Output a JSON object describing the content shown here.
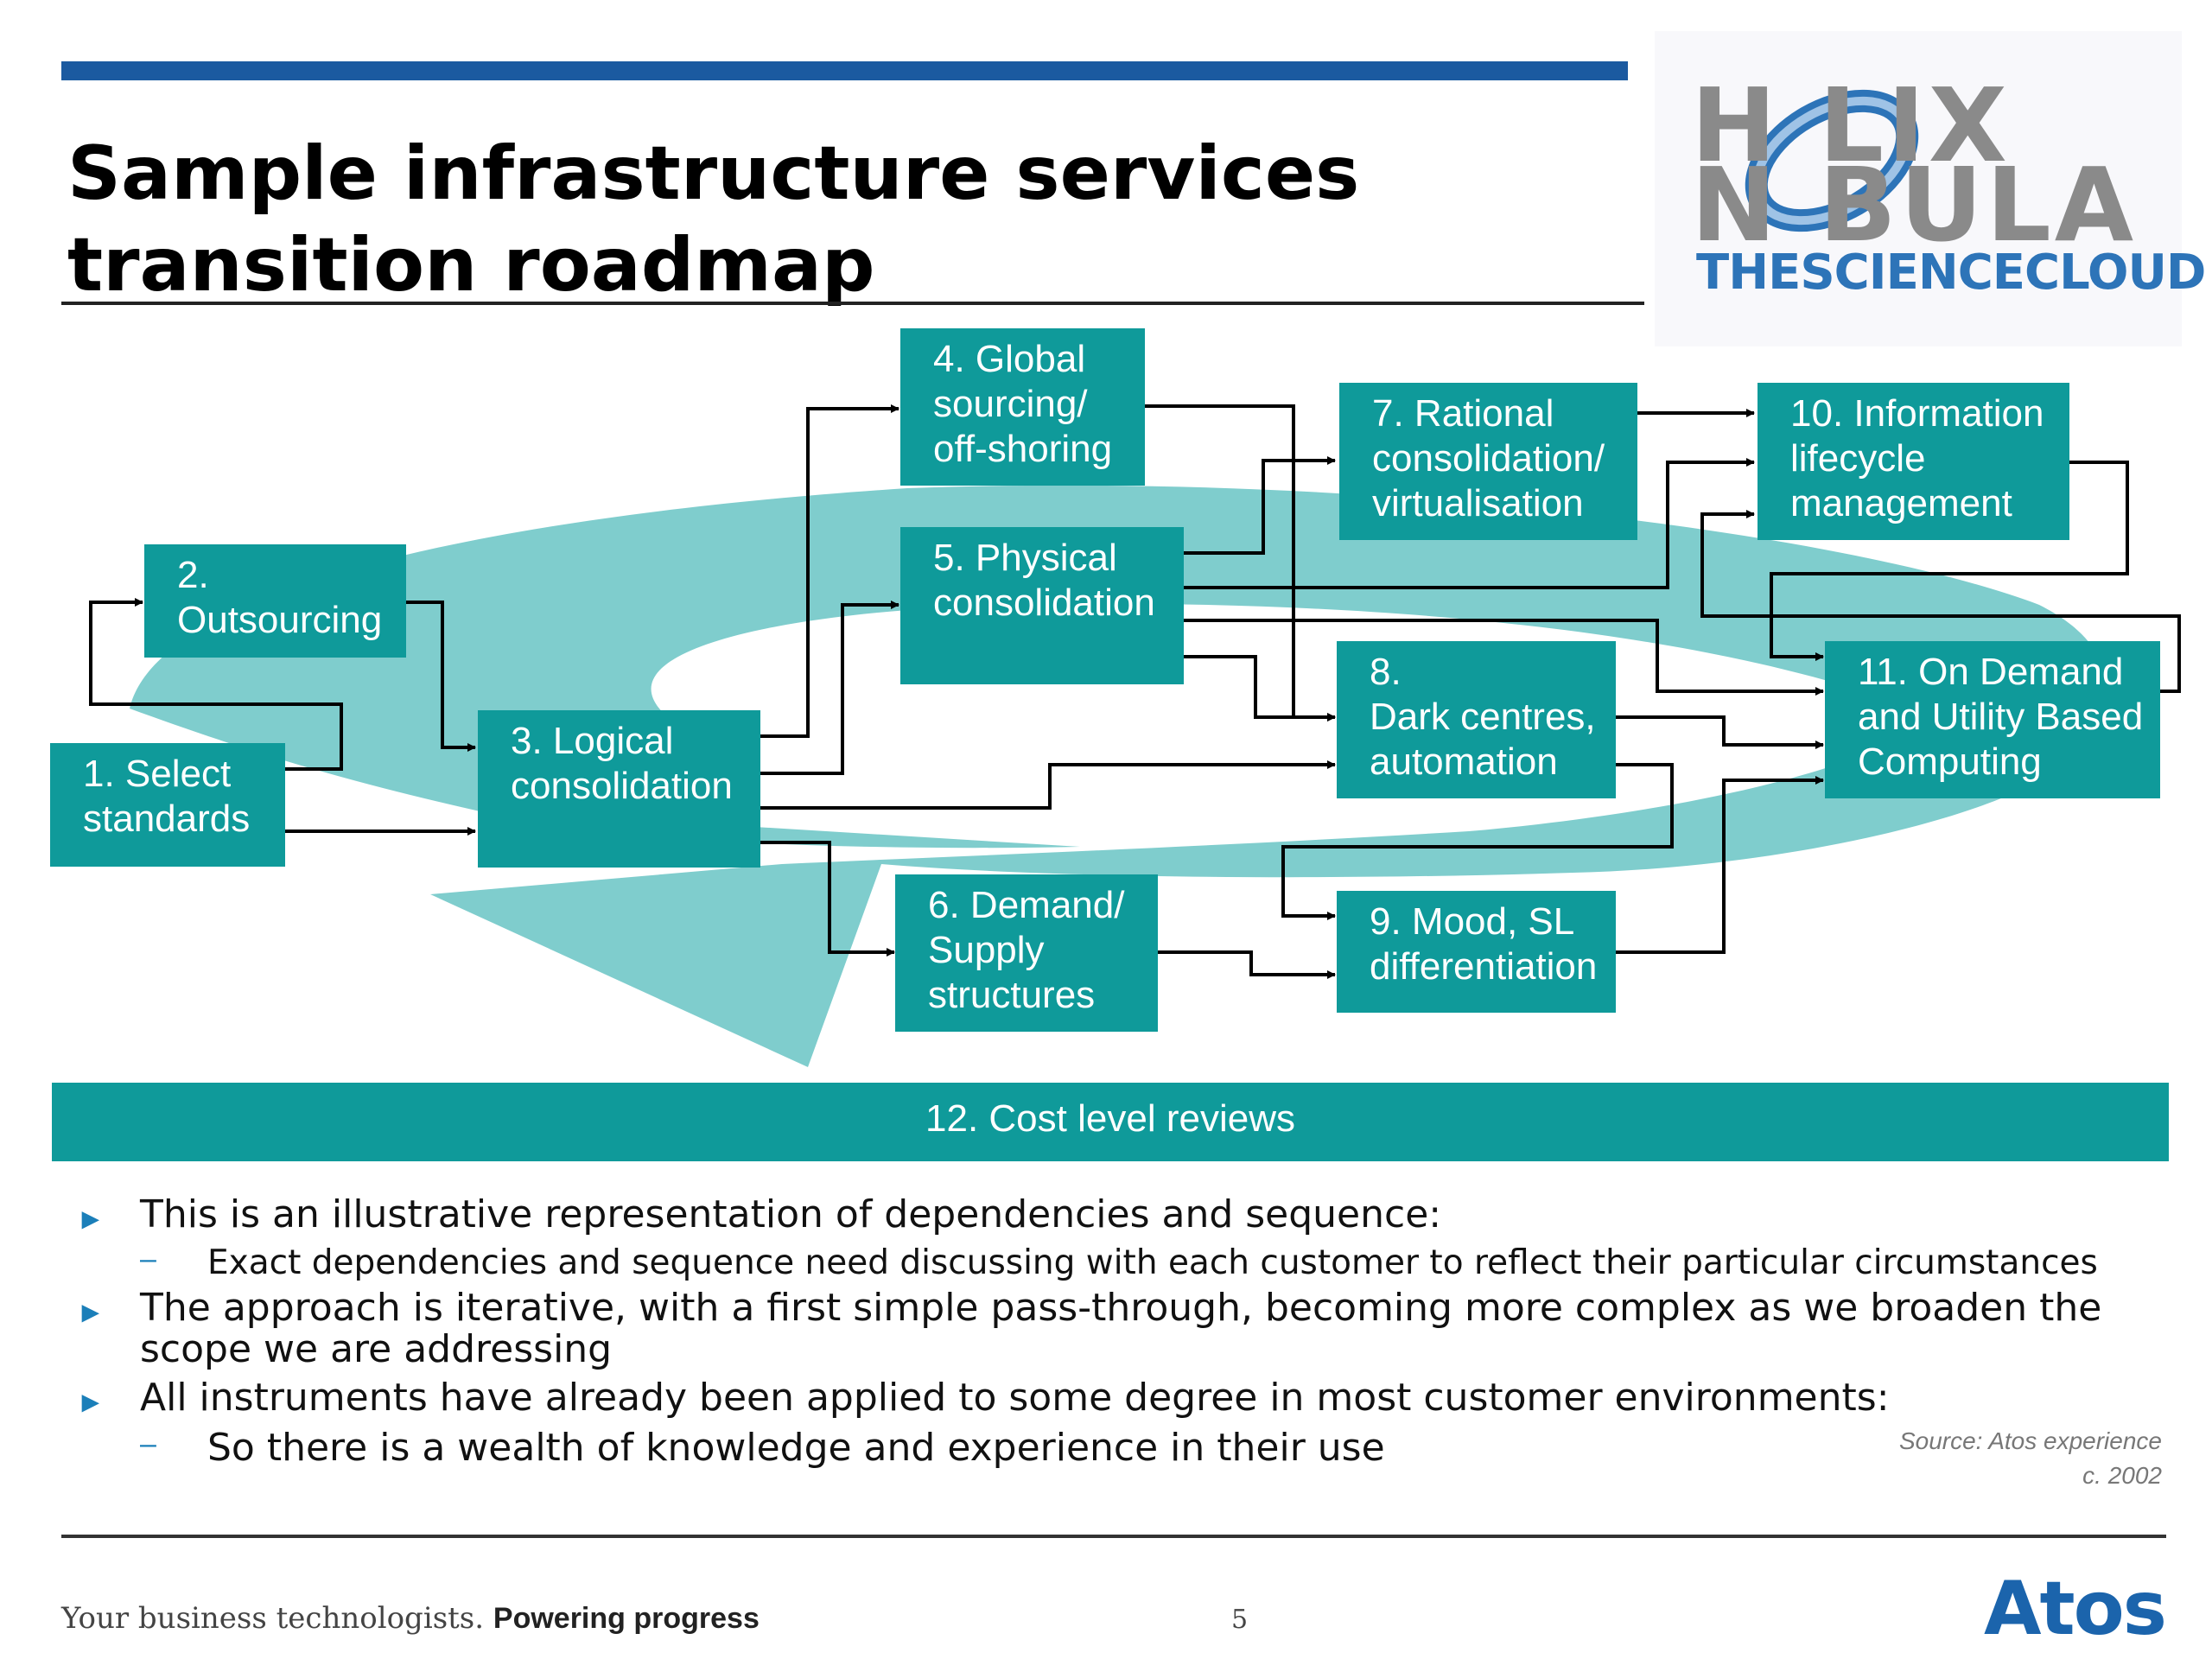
{
  "header": {
    "title_line1": "Sample infrastructure services",
    "title_line2": "transition roadmap"
  },
  "logo": {
    "line1": "H LIX",
    "line2": "N BULA",
    "line3": "THESCIENCECLOUD",
    "colors": {
      "grey": "#8a8a8a",
      "blue": "#2d74b8"
    }
  },
  "diagram": {
    "nodes": [
      {
        "id": "n1",
        "label": "1. Select\nstandards"
      },
      {
        "id": "n2",
        "label": "2.\nOutsourcing"
      },
      {
        "id": "n3",
        "label": "3. Logical\nconsolidation"
      },
      {
        "id": "n4",
        "label": "4. Global\nsourcing/\noff-shoring"
      },
      {
        "id": "n5",
        "label": "5. Physical\nconsolidation"
      },
      {
        "id": "n6",
        "label": "6. Demand/\nSupply\nstructures"
      },
      {
        "id": "n7",
        "label": "7. Rational\nconsolidation/\nvirtualisation"
      },
      {
        "id": "n8",
        "label": "8.\nDark centres,\nautomation"
      },
      {
        "id": "n9",
        "label": "9. Mood, SL\ndifferentiation"
      },
      {
        "id": "n10",
        "label": "10. Information\nlifecycle\nmanagement"
      },
      {
        "id": "n11",
        "label": "11. On Demand\nand Utility Based\nComputing"
      }
    ],
    "band_label": "12. Cost level reviews",
    "colors": {
      "node": "#0f9a9a",
      "swirl": "#7fcdcd",
      "band": "#0f9a9a"
    }
  },
  "bullets": {
    "b1": "This is an illustrative representation of dependencies and sequence:",
    "b1_sub": "Exact dependencies and sequence need discussing with each customer to reflect their particular circumstances",
    "b2_line1": "The approach is iterative, with a first simple pass-through, becoming more complex as we broaden the",
    "b2_line2": "scope we are addressing",
    "b3": "All instruments have already been applied to some degree in most customer environments:",
    "b3_sub": "So there is a wealth of knowledge and experience in their use",
    "marker": "►",
    "dash": "–"
  },
  "source": {
    "line1": "Source: Atos experience",
    "line2": "c. 2002"
  },
  "footer": {
    "tagline_plain": "Your business technologists.",
    "tagline_bold": "Powering progress",
    "page_number": "5",
    "brand": "Atos"
  }
}
